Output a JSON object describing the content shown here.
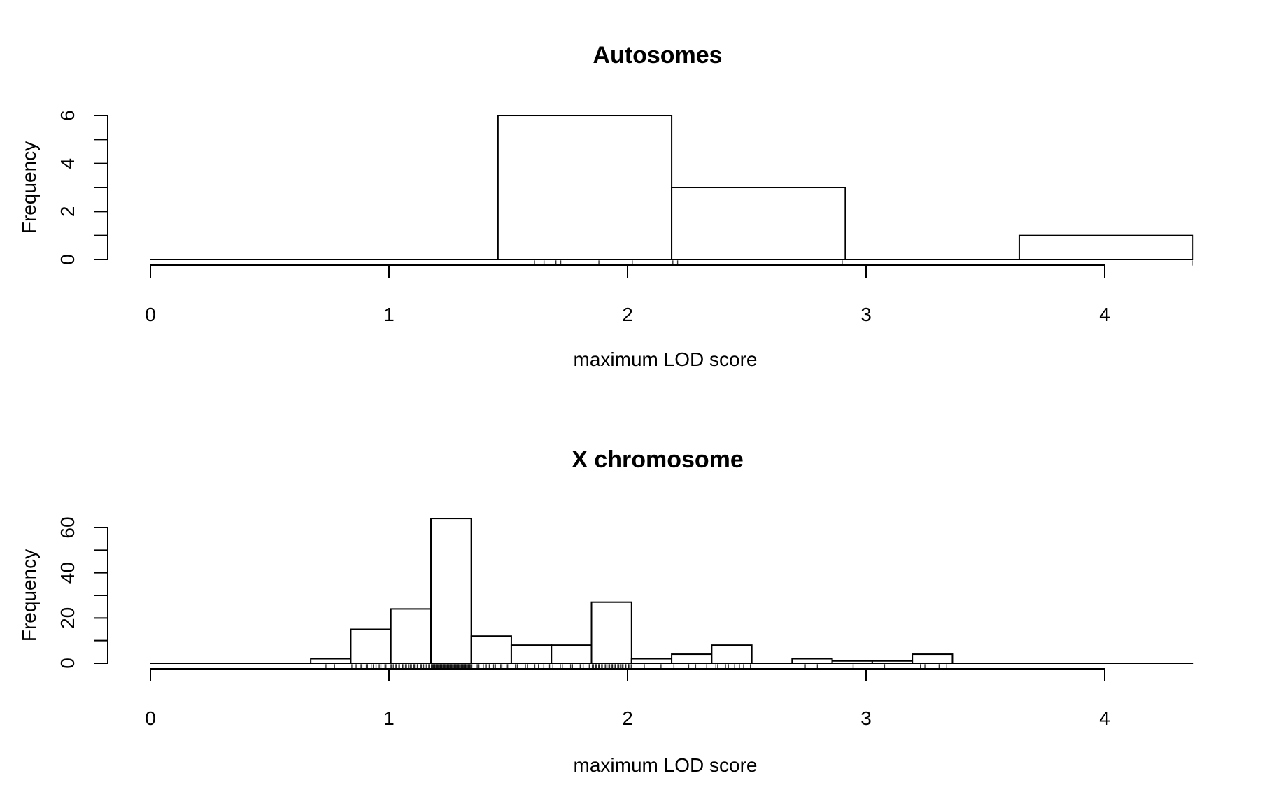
{
  "colors": {
    "background": "#ffffff",
    "ink": "#000000"
  },
  "chart_data": [
    {
      "type": "bar",
      "subtype": "histogram",
      "title": "Autosomes",
      "xlabel": "maximum LOD score",
      "ylabel": "Frequency",
      "xlim": [
        0,
        4.37
      ],
      "ylim": [
        0,
        6
      ],
      "grid": false,
      "legend": null,
      "x_ticks": [
        {
          "value": 0,
          "label": "0"
        },
        {
          "value": 1,
          "label": "1"
        },
        {
          "value": 2,
          "label": "2"
        },
        {
          "value": 3,
          "label": "3"
        },
        {
          "value": 4,
          "label": "4"
        }
      ],
      "y_ticks": [
        {
          "value": 0,
          "label": "0"
        },
        {
          "value": 1,
          "label": null
        },
        {
          "value": 2,
          "label": "2"
        },
        {
          "value": 3,
          "label": null
        },
        {
          "value": 4,
          "label": "4"
        },
        {
          "value": 5,
          "label": null
        },
        {
          "value": 6,
          "label": "6"
        }
      ],
      "breaks": [
        0,
        0.728,
        1.457,
        2.185,
        2.913,
        3.642,
        4.37
      ],
      "counts": [
        0,
        0,
        6,
        3,
        0,
        1
      ],
      "rug": [
        1.61,
        1.65,
        1.7,
        1.72,
        1.88,
        2.02,
        2.19,
        2.21,
        2.9,
        4.37
      ]
    },
    {
      "type": "bar",
      "subtype": "histogram",
      "title": "X chromosome",
      "xlabel": "maximum LOD score",
      "ylabel": "Frequency",
      "xlim": [
        0,
        4.37
      ],
      "ylim": [
        0,
        64
      ],
      "grid": false,
      "legend": null,
      "x_ticks": [
        {
          "value": 0,
          "label": "0"
        },
        {
          "value": 1,
          "label": "1"
        },
        {
          "value": 2,
          "label": "2"
        },
        {
          "value": 3,
          "label": "3"
        },
        {
          "value": 4,
          "label": "4"
        }
      ],
      "y_ticks": [
        {
          "value": 0,
          "label": "0"
        },
        {
          "value": 10,
          "label": null
        },
        {
          "value": 20,
          "label": "20"
        },
        {
          "value": 30,
          "label": null
        },
        {
          "value": 40,
          "label": "40"
        },
        {
          "value": 50,
          "label": null
        },
        {
          "value": 60,
          "label": "60"
        }
      ],
      "breaks": [
        0,
        0.168,
        0.336,
        0.504,
        0.672,
        0.84,
        1.008,
        1.176,
        1.345,
        1.513,
        1.681,
        1.849,
        2.017,
        2.185,
        2.353,
        2.521,
        2.69,
        2.858,
        3.026,
        3.194,
        3.362,
        3.53,
        3.698,
        3.866,
        4.034,
        4.202,
        4.37
      ],
      "counts": [
        0,
        0,
        0,
        0,
        2,
        15,
        24,
        64,
        12,
        8,
        8,
        27,
        2,
        4,
        8,
        0,
        2,
        1,
        1,
        4,
        0,
        0,
        0,
        0,
        0,
        0
      ],
      "rug": null
    }
  ]
}
